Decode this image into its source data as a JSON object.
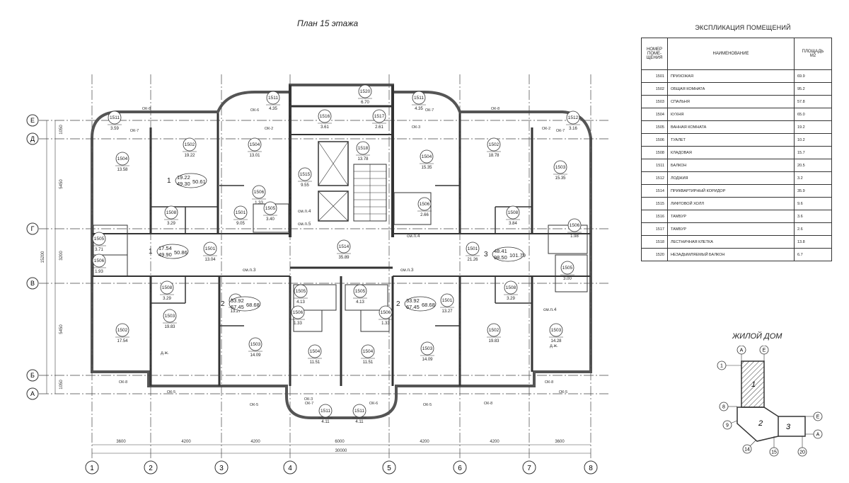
{
  "plan_title": "План 15 этажа",
  "legend": {
    "title": "ЭКСПЛИКАЦИЯ ПОМЕЩЕНИЙ",
    "col_num": [
      "НОМЕР",
      "ПОМЕ-",
      "ЩЕНИЯ"
    ],
    "col_name": "НАИМЕНОВАНИЕ",
    "col_area": [
      "ПЛОЩАДЬ",
      "М2"
    ],
    "rows": [
      [
        "1501",
        "ПРИХОЖАЯ",
        "69.9"
      ],
      [
        "1502",
        "ОБЩАЯ КОМНАТА",
        "95.2"
      ],
      [
        "1503",
        "СПАЛЬНЯ",
        "57.8"
      ],
      [
        "1504",
        "КУХНЯ",
        "65.0"
      ],
      [
        "1505",
        "ВАННАЯ КОМНАТА",
        "19.2"
      ],
      [
        "1506",
        "ТУАЛЕТ",
        "10.2"
      ],
      [
        "1508",
        "КЛАДОВАЯ",
        "15.7"
      ],
      [
        "1511",
        "БАЛКОН",
        "20.5"
      ],
      [
        "1512",
        "ЛОДЖИЯ",
        "3.2"
      ],
      [
        "1514",
        "ПРИКВАРТИРНЫЙ КОРИДОР",
        "35.9"
      ],
      [
        "1515",
        "ЛИФТОВОЙ ХОЛЛ",
        "9.6"
      ],
      [
        "1516",
        "ТАМБУР",
        "3.6"
      ],
      [
        "1517",
        "ТАМБУР",
        "2.6"
      ],
      [
        "1518",
        "ЛЕСТНИЧНАЯ КЛЕТКА",
        "13.8"
      ],
      [
        "1520",
        "НЕЗАДЫМЛЯЕМЫЙ БАЛКОН",
        "6.7"
      ]
    ]
  },
  "key_map": {
    "title": "ЖИЛОЙ ДОМ",
    "sections": [
      "1",
      "2",
      "3"
    ],
    "axes": [
      "A",
      "Е",
      "1",
      "8",
      "9",
      "14",
      "15",
      "20",
      "Е",
      "A"
    ]
  },
  "axes_bottom": [
    "1",
    "2",
    "3",
    "4",
    "5",
    "6",
    "7",
    "8"
  ],
  "axes_left": [
    "Е",
    "Д",
    "Г",
    "В",
    "Б",
    "А"
  ],
  "dims_bottom": [
    "3600",
    "4200",
    "4200",
    "6000",
    "4200",
    "4200",
    "3600"
  ],
  "dim_total": "30000",
  "dims_left": [
    "1050",
    "5450",
    "3200",
    "5450",
    "1050"
  ],
  "dim_left_total": "15200",
  "windows": [
    "ОК-8",
    "ОК-6",
    "ОК-2",
    "ОК-7",
    "ОК-8",
    "ОК-7",
    "ОК-3",
    "ОК-2",
    "ОК-7",
    "ОК-8",
    "ОК-5",
    "ОК-5",
    "ОК-7",
    "ОК-3",
    "ОК-6",
    "ОК-5",
    "ОК-8",
    "ОК-8",
    "ОК-5"
  ],
  "apartments": [
    {
      "no": "1",
      "a": "19.22",
      "b": "49.30",
      "c": "50.61"
    },
    {
      "no": "1",
      "a": "17.54",
      "b": "49.90",
      "c": "50.86"
    },
    {
      "no": "2",
      "a": "33.92",
      "b": "67.45",
      "c": "68.68"
    },
    {
      "no": "2",
      "a": "33.92",
      "b": "67.45",
      "c": "68.68"
    },
    {
      "no": "3",
      "a": "48.41",
      "b": "98.50",
      "c": "101.79"
    }
  ],
  "rooms": [
    {
      "id": "1511",
      "area": "3.59"
    },
    {
      "id": "1504",
      "area": "13.58"
    },
    {
      "id": "1502",
      "area": "19.22"
    },
    {
      "id": "1511",
      "area": "4.35"
    },
    {
      "id": "1504",
      "area": "13.01"
    },
    {
      "id": "1516",
      "area": "3.61"
    },
    {
      "id": "1520",
      "area": "6.70"
    },
    {
      "id": "1517",
      "area": "2.61"
    },
    {
      "id": "1511",
      "area": "4.35"
    },
    {
      "id": "1518",
      "area": "13.78"
    },
    {
      "id": "1504",
      "area": "15.35"
    },
    {
      "id": "1502",
      "area": "18.78"
    },
    {
      "id": "1512",
      "area": "3.16"
    },
    {
      "id": "1503",
      "area": "15.35"
    },
    {
      "id": "1515",
      "area": "9.55"
    },
    {
      "id": "1506",
      "area": "1.33"
    },
    {
      "id": "1508",
      "area": "3.29"
    },
    {
      "id": "1501",
      "area": "9.05"
    },
    {
      "id": "1505",
      "area": "3.40"
    },
    {
      "id": "1506",
      "area": "2.66"
    },
    {
      "id": "1508",
      "area": "3.84"
    },
    {
      "id": "1506",
      "area": "1.98"
    },
    {
      "id": "1505",
      "area": "3.71"
    },
    {
      "id": "1506",
      "area": "1.93"
    },
    {
      "id": "1501",
      "area": "13.04"
    },
    {
      "id": "1514",
      "area": "35.89"
    },
    {
      "id": "1501",
      "area": "21.26"
    },
    {
      "id": "1505",
      "area": "3.00"
    },
    {
      "id": "1508",
      "area": "3.29"
    },
    {
      "id": "1501",
      "area": "13.27"
    },
    {
      "id": "1505",
      "area": "4.13"
    },
    {
      "id": "1505",
      "area": "4.13"
    },
    {
      "id": "1501",
      "area": "13.27"
    },
    {
      "id": "1508",
      "area": "3.29"
    },
    {
      "id": "1506",
      "area": "1.33"
    },
    {
      "id": "1506",
      "area": "1.33"
    },
    {
      "id": "1502",
      "area": "17.54"
    },
    {
      "id": "1503",
      "area": "19.83"
    },
    {
      "id": "1503",
      "area": "14.09"
    },
    {
      "id": "1504",
      "area": "11.51"
    },
    {
      "id": "1504",
      "area": "11.51"
    },
    {
      "id": "1503",
      "area": "14.09"
    },
    {
      "id": "1502",
      "area": "19.83"
    },
    {
      "id": "1503",
      "area": "14.28"
    },
    {
      "id": "1511",
      "area": "4.11"
    },
    {
      "id": "1511",
      "area": "4.11"
    }
  ],
  "notes": [
    "см.п.4",
    "см.п.5",
    "см.п.3",
    "см.п.3",
    "см.п.4",
    "см.п.4",
    "д.ж.",
    "д.ж."
  ]
}
